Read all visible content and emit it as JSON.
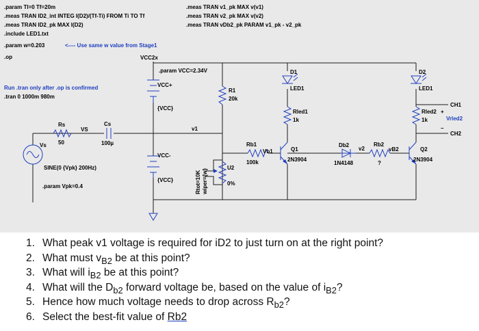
{
  "directives": {
    "line1": ".param Tl=0 Tf=20m",
    "line2": ".meas TRAN ID2_int INTEG I(D2)/(Tf-Ti) FROM Ti TO Tf",
    "line3": ".meas TRAN ID2_pk MAX I(D2)",
    "line4": ".include LED1.txt",
    "line5": ".param w=0.203",
    "arrow_note": "<---- Use same w value from Stage1",
    "line6": ".op",
    "meas1": ".meas TRAN v1_pk MAX v(v1)",
    "meas2": ".meas TRAN v2_pk MAX v(v2)",
    "meas3": ".meas TRAN vDb2_pk PARAM v1_pk - v2_pk",
    "tran_note1": "Run .tran only after .op is confirmed",
    "tran_note2": ".tran 0 1000m 980m",
    "param_vcc": ".param VCC=2.34V",
    "param_vpk": ".param Vpk=0.4"
  },
  "labels": {
    "vcc2x": "VCC2x",
    "vcc_plus": "VCC+",
    "vcc_ref_top": "{VCC}",
    "vcc_minus": "VCC-",
    "vcc_ref_bottom": "{VCC}",
    "r1": "R1",
    "r1_val": "20k",
    "v1": "v1",
    "rs": "Rs",
    "rs_val": "50",
    "vs_node": "VS",
    "vs": "Vs",
    "cs": "Cs",
    "cs_val": "100µ",
    "sine": "SINE(0 {Vpk} 200Hz)",
    "pot1": "Rtot=10K",
    "pot2": "wiper={w}",
    "u2": "U2",
    "pot_pct": "0%",
    "rb1": "Rb1",
    "rb1_val": "100k",
    "vb1": "Vb1",
    "q1": "Q1",
    "q1_model": "2N3904",
    "d1": "D1",
    "d1_model": "LED1",
    "rled1": "Rled1",
    "rled1_val": "1k",
    "db2": "Db2",
    "db2_model": "1N4148",
    "v2": "v2",
    "rb2": "Rb2",
    "rb2_val": "?",
    "vb2": "vB2",
    "q2": "Q2",
    "q2_model": "2N3904",
    "d2": "D2",
    "d2_model": "LED1",
    "rled2": "Rled2",
    "rled2_val": "1k",
    "ch1": "CH1",
    "ch2": "CH2",
    "vrled2": "Vrled2",
    "plus": "+",
    "minus": "–"
  },
  "questions": [
    {
      "num": "1.",
      "text": "What peak v1 voltage is required for iD2 to just turn on at the right point?"
    },
    {
      "num": "2.",
      "pre": "What must v",
      "sub": "B2",
      "post": " be at this point?"
    },
    {
      "num": "3.",
      "pre": "What will i",
      "sub": "B2",
      "post": " be at this point?"
    },
    {
      "num": "4.",
      "pre": "What will the D",
      "sub": "b2",
      "mid": " forward voltage be, based on the value of i",
      "sub2": "B2",
      "post": "?"
    },
    {
      "num": "5.",
      "pre": "Hence how much voltage needs to drop across R",
      "sub": "b2",
      "post": "?"
    },
    {
      "num": "6.",
      "pre": "Select the best-fit value of ",
      "link": "Rb2"
    }
  ],
  "colors": {
    "background": "#e9e9e9",
    "wire": "#1a1a1a",
    "component": "#1f3fbf"
  }
}
